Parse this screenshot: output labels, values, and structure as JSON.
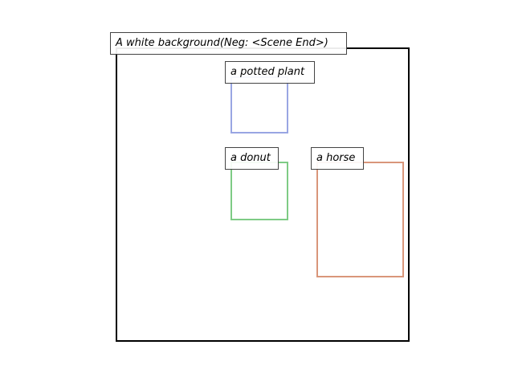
{
  "scene": {
    "caption": "A white background(Neg: <Scene End>)"
  },
  "objects": [
    {
      "label": "a potted plant",
      "color": "#99a6e3"
    },
    {
      "label": "a donut",
      "color": "#7ecb85"
    },
    {
      "label": "a horse",
      "color": "#d9967a"
    }
  ]
}
